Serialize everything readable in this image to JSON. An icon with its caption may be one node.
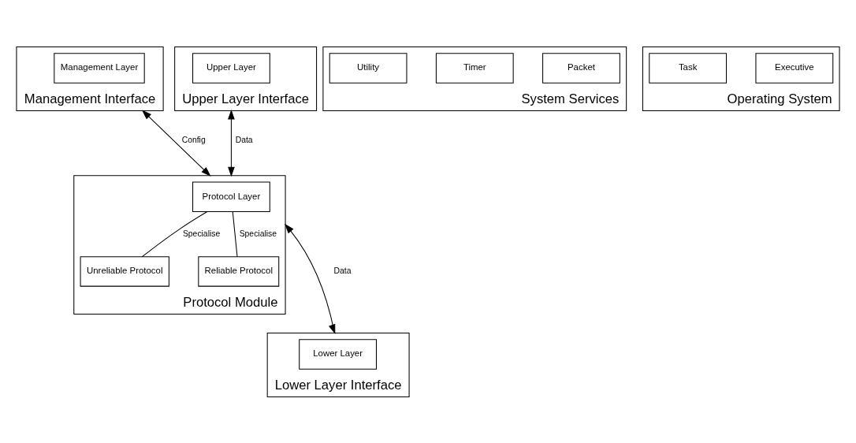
{
  "diagram": {
    "nodes": [
      {
        "text": [
          "Management Interface"
        ]
      },
      {
        "text": [
          "Management Layer"
        ],
        "in": 0
      },
      {
        "text": [
          "Upper Layer Interface"
        ]
      },
      {
        "text": [
          "Upper Layer"
        ],
        "in": 2
      },
      {
        "text": [
          "Protocol Module"
        ]
      },
      {
        "text": [
          "Protocol Layer"
        ],
        "in": 4
      },
      {
        "text": [
          "Unreliable Protocol"
        ],
        "in": 4
      },
      {
        "text": [
          "Reliable Protocol"
        ],
        "in": 4
      },
      {
        "text": [
          "Lower Layer Interface"
        ]
      },
      {
        "text": [
          "Lower Layer"
        ],
        "in": 8
      },
      {
        "text": [
          "System Services"
        ]
      },
      {
        "text": [
          "Packet"
        ],
        "in": 10
      },
      {
        "text": [
          "Timer"
        ],
        "in": 10
      },
      {
        "text": [
          "Utility"
        ],
        "in": 10
      },
      {
        "text": [
          "Operating System"
        ]
      },
      {
        "text": [
          "Executive"
        ],
        "in": 14
      },
      {
        "text": [
          "Task"
        ],
        "in": 14
      }
    ],
    "edges": [
      {
        "from": 2,
        "to": 4,
        "arrow": "both",
        "label": "Data"
      },
      {
        "from": 0,
        "to": 4,
        "arrow": "both",
        "label": "Config"
      },
      {
        "from": 4,
        "to": 8,
        "arrow": "both",
        "label": "Data"
      },
      {
        "from": 5,
        "to": 6,
        "arrow": "none",
        "label": "Specialise"
      },
      {
        "from": 5,
        "to": 7,
        "arrow": "none",
        "label": "Specialise"
      }
    ]
  }
}
